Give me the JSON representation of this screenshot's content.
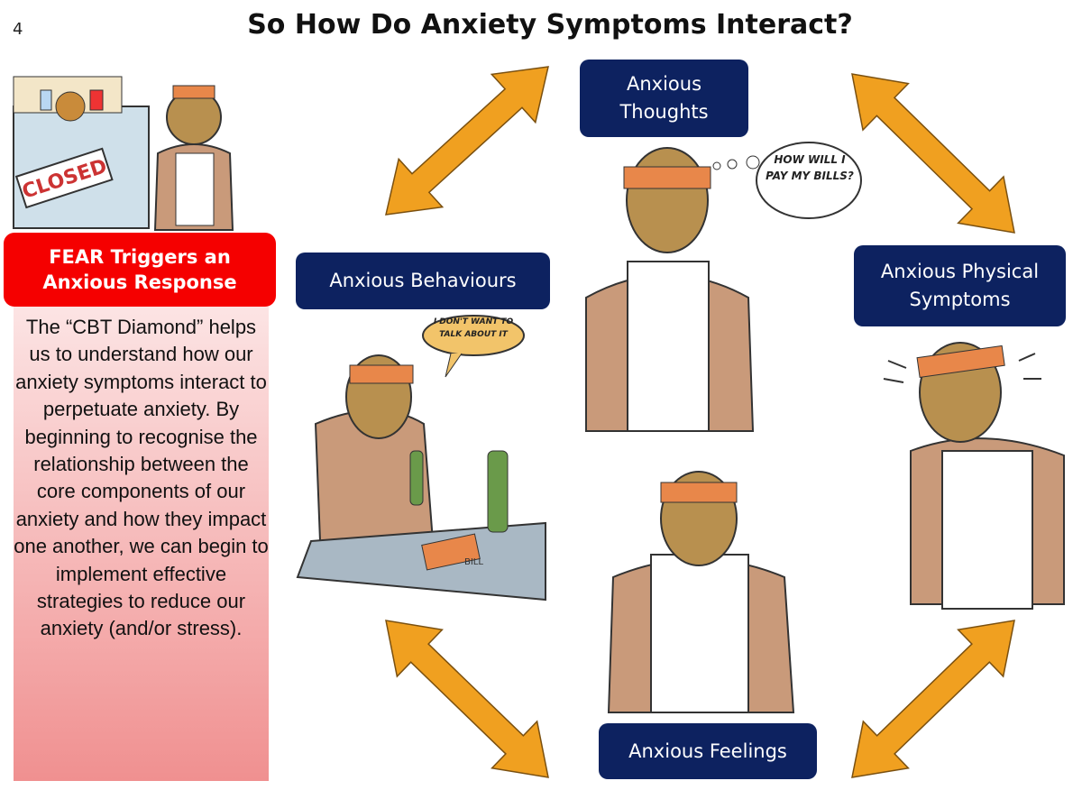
{
  "page_number": "4",
  "title": "So How Do Anxiety Symptoms Interact?",
  "fear_box": "FEAR Triggers an Anxious Response",
  "description": "The “CBT Diamond” helps us to understand how our anxiety symptoms interact to perpetuate anxiety. By beginning to recognise the relationship between the core components of our anxiety and how they impact one another, we can begin to implement effective strategies to reduce our anxiety (and/or stress).",
  "nodes": {
    "thoughts": "Anxious Thoughts",
    "behaviours": "Anxious Behaviours",
    "physical": "Anxious Physical Symptoms",
    "feelings": "Anxious Feelings"
  },
  "illustrations": {
    "closed_sign": "CLOSED",
    "thought_bubble": "HOW WILL I PAY MY BILLS?",
    "speech_bubble": "I DON'T WANT TO TALK ABOUT IT",
    "bill_label": "BILL"
  },
  "colors": {
    "node": "#0d2260",
    "fear": "#f50000",
    "arrow": "#f0a020"
  }
}
